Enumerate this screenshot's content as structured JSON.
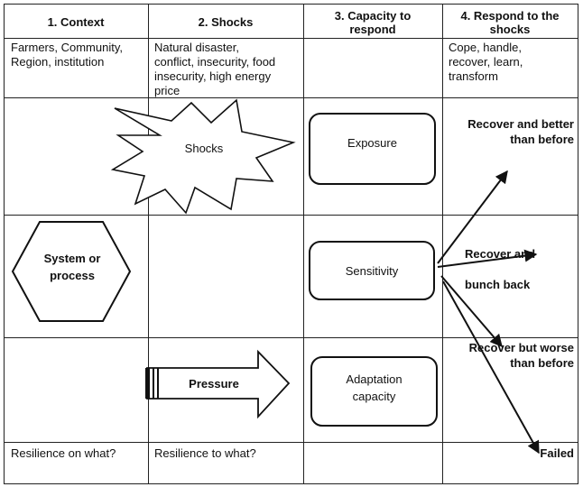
{
  "headers": [
    "1.  Context",
    "2.  Shocks",
    "3. Capacity to\nrespond",
    "4.  Respond to the\nshocks"
  ],
  "row1": {
    "context": "Farmers, Community,\nRegion, institution",
    "shocks": "Natural disaster,\nconflict, insecurity, food\ninsecurity, high energy\nprice",
    "respond": "Cope, handle,\nrecover, learn,\ntransform"
  },
  "shapes": {
    "shocks": "Shocks",
    "system": "System or\nprocess",
    "exposure": "Exposure",
    "sensitivity": "Sensitivity",
    "adaptation": "Adaptation\ncapacity",
    "pressure": "Pressure"
  },
  "outcomes": {
    "better": "Recover and better\nthan before",
    "recover_and": "Recover and",
    "bunch_back": "bunch back",
    "worse": "Recover but   worse\nthan before",
    "failed": "Failed"
  },
  "bottom": {
    "context": "Resilience on what?",
    "shocks": "Resilience to what?"
  }
}
